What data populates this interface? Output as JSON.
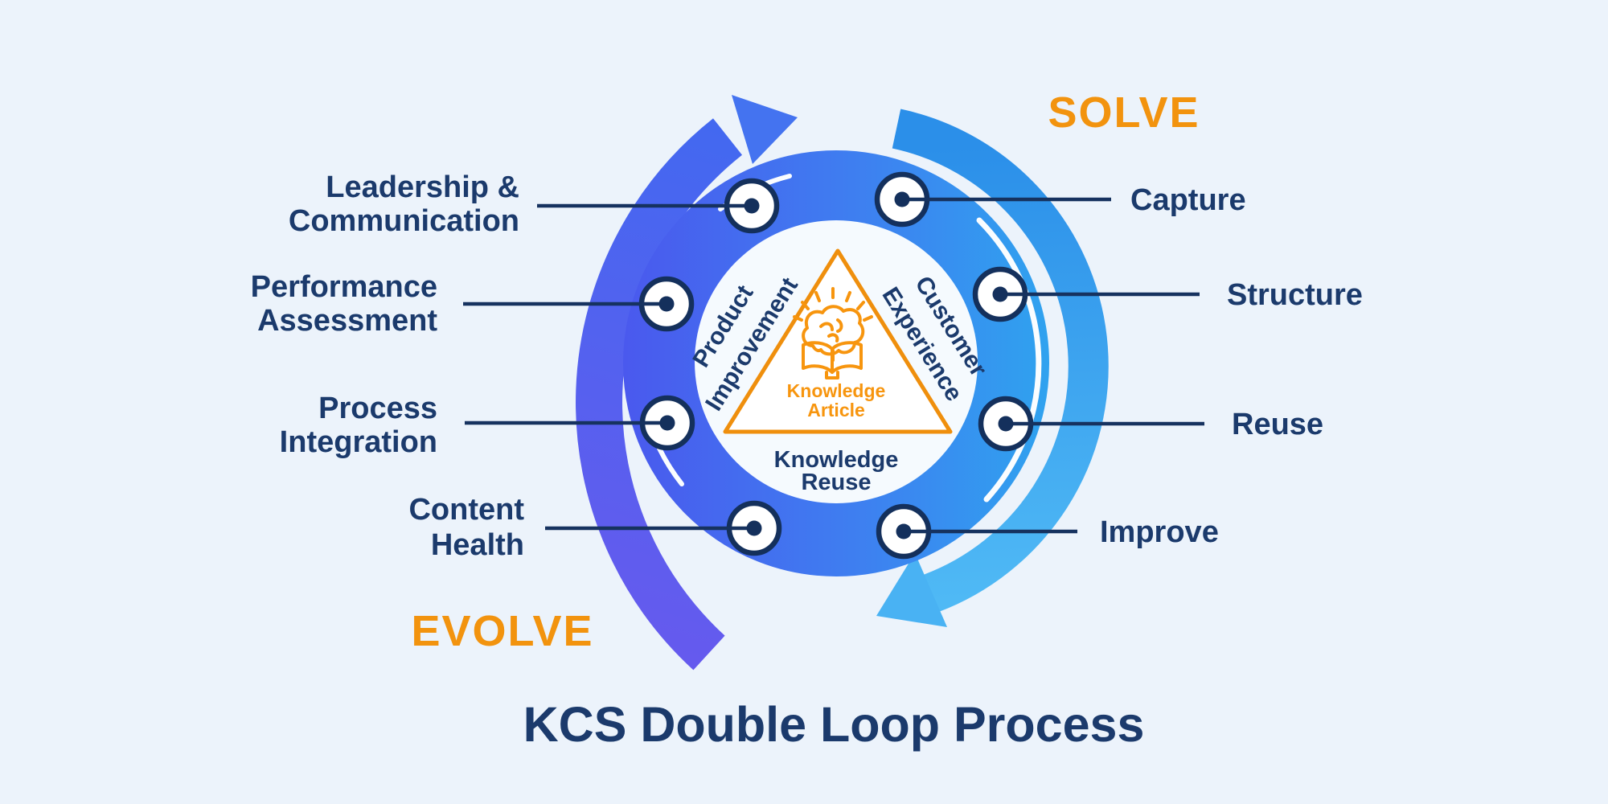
{
  "title": "KCS Double Loop Process",
  "solve_loop": {
    "heading": "SOLVE",
    "steps": [
      "Capture",
      "Structure",
      "Reuse",
      "Improve"
    ]
  },
  "evolve_loop": {
    "heading": "EVOLVE",
    "practices": [
      {
        "line1": "Leadership &",
        "line2": "Communication"
      },
      {
        "line1": "Performance",
        "line2": "Assessment"
      },
      {
        "line1": "Process",
        "line2": "Integration"
      },
      {
        "line1": "Content",
        "line2": "Health"
      }
    ]
  },
  "center": {
    "left_edge": {
      "line1": "Product",
      "line2": "Improvement"
    },
    "right_edge": {
      "line1": "Customer",
      "line2": "Experience"
    },
    "triangle_label": {
      "line1": "Knowledge",
      "line2": "Article"
    },
    "bottom_label": {
      "line1": "Knowledge",
      "line2": "Reuse"
    },
    "icon": "brain-book-icon"
  },
  "colors": {
    "background": "#ECF3FB",
    "navy": "#1B3A6C",
    "orange": "#F2930E",
    "ring_left": "#4A58EE",
    "ring_right": "#2FA3EF",
    "outer_left_start": "#655AEE",
    "outer_left_end": "#4169F0",
    "outer_right_start": "#2B8FE9",
    "outer_right_end": "#4FB9F5",
    "triangle_stroke": "#EF8F0D",
    "icon_orange": "#F7950E"
  }
}
